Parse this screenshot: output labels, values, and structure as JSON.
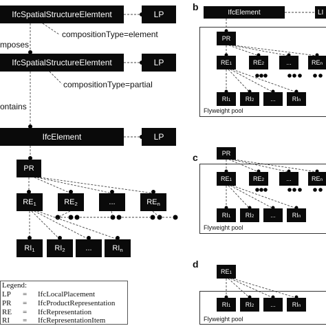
{
  "panel_a": {
    "nodes": {
      "spatial_top": "IfcSpatialStructureElemtent",
      "lp_top": "LP",
      "spatial_mid": "IfcSpatialStructureElemtent",
      "lp_mid": "LP",
      "element": "IfcElement",
      "lp_element": "LP",
      "pr": "PR",
      "re1": "RE",
      "re1_sub": "1",
      "re2": "RE",
      "re2_sub": "2",
      "re_dots": "...",
      "ren": "RE",
      "ren_sub": "n",
      "ri1": "RI",
      "ri1_sub": "1",
      "ri2": "RI",
      "ri2_sub": "2",
      "ri_dots": "...",
      "rin": "RI",
      "rin_sub": "n"
    },
    "annotations": {
      "composition_element": "compositionType=element",
      "decomposes": "mposes",
      "composition_partial": "compositionType=partial",
      "contains": "ontains"
    },
    "legend": {
      "title": "Legend:",
      "rows": [
        {
          "abbr": "LP",
          "eq": "=",
          "full": "IfcLocalPlacement"
        },
        {
          "abbr": "PR",
          "eq": "=",
          "full": "IfcProductRepresentation"
        },
        {
          "abbr": "RE",
          "eq": "=",
          "full": "IfcRepresentation"
        },
        {
          "abbr": "RI",
          "eq": "=",
          "full": "IfcRepresentationItem"
        }
      ]
    }
  },
  "panel_b": {
    "letter": "b",
    "element": "IfcElement",
    "lp_partial": "LI",
    "pr": "PR",
    "re1": "RE",
    "re1_sub": "1",
    "re2": "RE",
    "re2_sub": "2",
    "re_dots": "...",
    "ren": "RE",
    "ren_sub": "n",
    "ri1": "RI",
    "ri1_sub": "1",
    "ri2": "RI",
    "ri2_sub": "2",
    "ri_dots": "...",
    "rin": "RI",
    "rin_sub": "n",
    "pool": "Flyweight pool"
  },
  "panel_c": {
    "letter": "c",
    "pr": "PR",
    "re1": "RE",
    "re1_sub": "1",
    "re2": "RE",
    "re2_sub": "2",
    "re_dots": "...",
    "ren": "RE",
    "ren_sub": "n",
    "ri1": "RI",
    "ri1_sub": "1",
    "ri2": "RI",
    "ri2_sub": "2",
    "ri_dots": "...",
    "rin": "RI",
    "rin_sub": "n",
    "pool": "Flyweight pool"
  },
  "panel_d": {
    "letter": "d",
    "re1": "RE",
    "re1_sub": "1",
    "ri1": "RI",
    "ri1_sub": "1",
    "ri2": "RI",
    "ri2_sub": "2",
    "ri_dots": "...",
    "rin": "RI",
    "rin_sub": "n",
    "pool": "Flyweight pool"
  }
}
